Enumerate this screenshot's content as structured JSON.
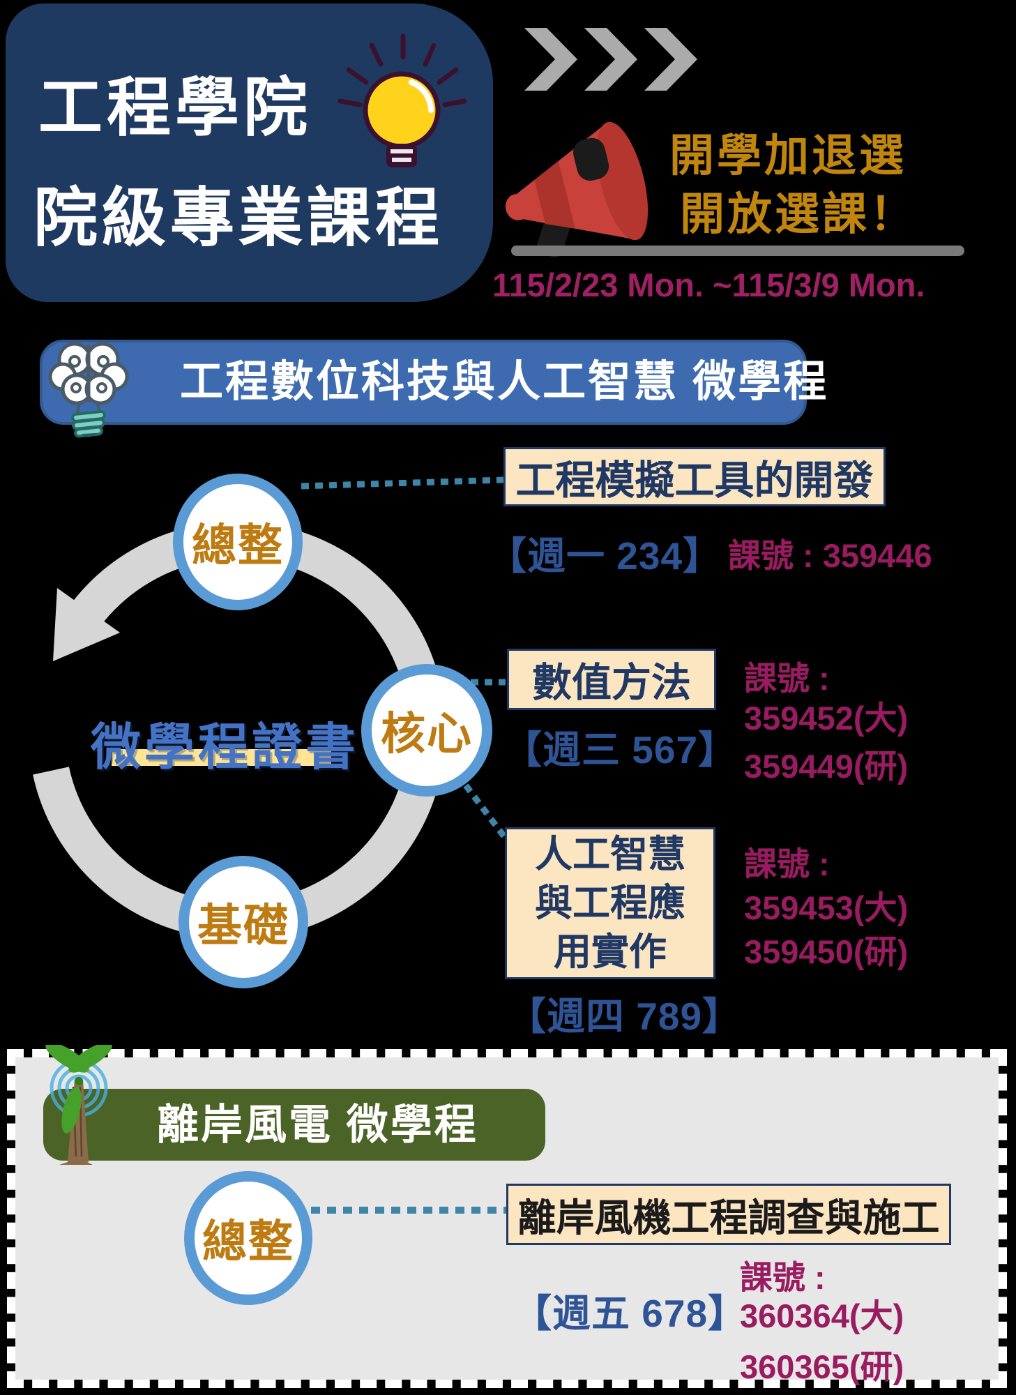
{
  "header": {
    "title_line1": "工程學院",
    "title_line2": "院級專業課程"
  },
  "announcement": {
    "line1": "開學加退選",
    "line2": "開放選課！",
    "date_range": "115/2/23 Mon. ~115/3/9 Mon."
  },
  "program_ai": {
    "banner_title": "工程數位科技與人工智慧 微學程",
    "certificate_label": "微學程證書",
    "nodes": {
      "top": "總整",
      "right": "核心",
      "bottom": "基礎"
    },
    "courses": [
      {
        "title": "工程模擬工具的開發",
        "schedule": "【週一 234】",
        "code_line1": "課號 : 359446"
      },
      {
        "title": "數值方法",
        "schedule": "【週三 567】",
        "code_line1": "課號 :",
        "code_line2": "359452(大)",
        "code_line3": "359449(研)"
      },
      {
        "title_line1": "人工智慧",
        "title_line2": "與工程應",
        "title_line3": "用實作",
        "schedule": "【週四 789】",
        "code_line1": "課號 :",
        "code_line2": "359453(大)",
        "code_line3": "359450(研)"
      }
    ]
  },
  "program_wind": {
    "banner_title": "離岸風電 微學程",
    "node_label": "總整",
    "course": {
      "title": "離岸風機工程調查與施工",
      "schedule": "【週五 678】",
      "code_line1": "課號 :",
      "code_line2": "360364(大)",
      "code_line3": "360365(研)"
    }
  },
  "icons": {
    "lightbulb": "lightbulb-icon",
    "chevrons": "triple-chevron-right-icon",
    "megaphone": "megaphone-icon",
    "brain_bulb": "brain-lightbulb-icon",
    "wind_turbine": "wind-turbine-icon",
    "cycle_arrow": "cycle-arrow"
  },
  "colors": {
    "background": "#000000",
    "header_panel": "#1F3A60",
    "announcement_text": "#C0860D",
    "date_text": "#A02064",
    "ai_banner": "#3E6BB0",
    "wind_banner": "#4B6327",
    "node_border": "#5B9BD5",
    "node_text": "#BE7B12",
    "certificate_text": "#4472C4",
    "certificate_highlight": "#FFE493",
    "course_box_fill": "#FCE5C1",
    "course_box_border": "#1F3864",
    "schedule_text": "#2F5496",
    "course_code_text": "#9A1C60",
    "cycle_ring": "#D6D6D6",
    "connector_dash": "#3E85A8",
    "panel_gray": "#E7E7E7"
  }
}
